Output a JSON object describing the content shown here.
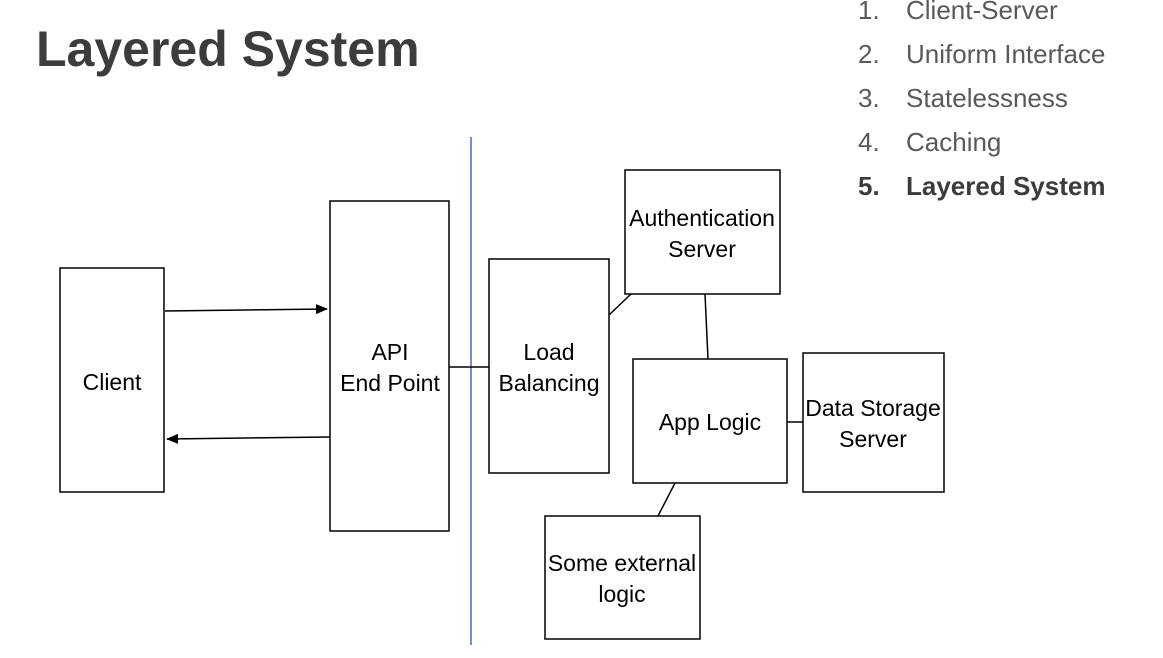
{
  "slide": {
    "title": "Layered System"
  },
  "constraints": [
    {
      "number": "1.",
      "label": "Client-Server",
      "active": false
    },
    {
      "number": "2.",
      "label": "Uniform Interface",
      "active": false
    },
    {
      "number": "3.",
      "label": "Statelessness",
      "active": false
    },
    {
      "number": "4.",
      "label": "Caching",
      "active": false
    },
    {
      "number": "5.",
      "label": "Layered System",
      "active": true
    }
  ],
  "diagram": {
    "client": [
      "Client"
    ],
    "api_endpoint": [
      "API",
      "End Point"
    ],
    "load_balancing": [
      "Load",
      "Balancing"
    ],
    "auth_server": [
      "Authentication",
      "Server"
    ],
    "app_logic": [
      "App Logic"
    ],
    "data_storage": [
      "Data Storage",
      "Server"
    ],
    "external_logic": [
      "Some external",
      "logic"
    ]
  },
  "colors": {
    "title": "#3c3c3c",
    "list_text": "#595959",
    "layer_divider": "#4a6fb5",
    "box_stroke": "#000000"
  }
}
